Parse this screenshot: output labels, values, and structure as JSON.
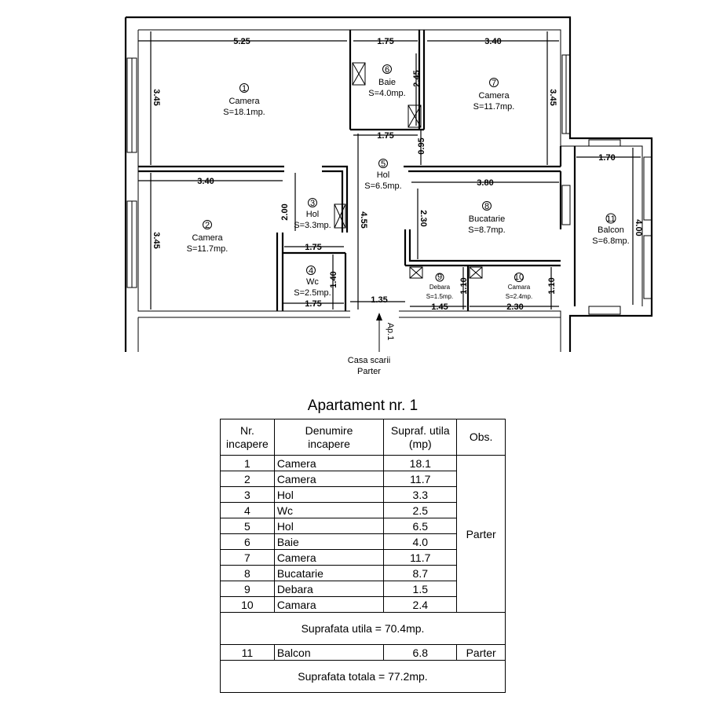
{
  "plan": {
    "rooms": [
      {
        "no": "1",
        "name": "Camera",
        "area": "S=18.1mp."
      },
      {
        "no": "2",
        "name": "Camera",
        "area": "S=11.7mp."
      },
      {
        "no": "3",
        "name": "Hol",
        "area": "S=3.3mp."
      },
      {
        "no": "4",
        "name": "Wc",
        "area": "S=2.5mp."
      },
      {
        "no": "5",
        "name": "Hol",
        "area": "S=6.5mp."
      },
      {
        "no": "6",
        "name": "Baie",
        "area": "S=4.0mp."
      },
      {
        "no": "7",
        "name": "Camera",
        "area": "S=11.7mp."
      },
      {
        "no": "8",
        "name": "Bucatarie",
        "area": "S=8.7mp."
      },
      {
        "no": "9",
        "name": "Debara",
        "area": "S=1.5mp."
      },
      {
        "no": "10",
        "name": "Camara",
        "area": "S=2.4mp."
      },
      {
        "no": "11",
        "name": "Balcon",
        "area": "S=6.8mp."
      }
    ],
    "dimensions": {
      "d_525": "5.25",
      "d_175_top": "1.75",
      "d_340_top": "3.40",
      "d_345_r1": "3.45",
      "d_245": "2.45",
      "d_345_r7": "3.45",
      "d_175_mid": "1.75",
      "d_095": "0.95",
      "d_170": "1.70",
      "d_340_r2": "3.40",
      "d_380": "3.80",
      "d_200": "2.00",
      "d_345_r2": "3.45",
      "d_455": "4.55",
      "d_230_v": "2.30",
      "d_400": "4.00",
      "d_175_wc": "1.75",
      "d_140": "1.40",
      "d_110_a": "1.10",
      "d_110_b": "1.10",
      "d_175_bot": "1.75",
      "d_135": "1.35",
      "d_145": "1.45",
      "d_230_bot": "2.30"
    },
    "entrance": "Ap.1",
    "stair_line1": "Casa scarii",
    "stair_line2": "Parter"
  },
  "table": {
    "title": "Apartament nr. 1",
    "headers": {
      "nr_l1": "Nr.",
      "nr_l2": "incapere",
      "name_l1": "Denumire",
      "name_l2": "incapere",
      "area_l1": "Supraf. utila",
      "area_l2": "(mp)",
      "obs": "Obs."
    },
    "rows": [
      {
        "nr": "1",
        "name": "Camera",
        "area": "18.1"
      },
      {
        "nr": "2",
        "name": "Camera",
        "area": "11.7"
      },
      {
        "nr": "3",
        "name": "Hol",
        "area": "3.3"
      },
      {
        "nr": "4",
        "name": "Wc",
        "area": "2.5"
      },
      {
        "nr": "5",
        "name": "Hol",
        "area": "6.5"
      },
      {
        "nr": "6",
        "name": "Baie",
        "area": "4.0"
      },
      {
        "nr": "7",
        "name": "Camera",
        "area": "11.7"
      },
      {
        "nr": "8",
        "name": "Bucatarie",
        "area": "8.7"
      },
      {
        "nr": "9",
        "name": "Debara",
        "area": "1.5"
      },
      {
        "nr": "10",
        "name": "Camara",
        "area": "2.4"
      }
    ],
    "obs_group": "Parter",
    "useful_total": "Suprafata utila = 70.4mp.",
    "balcony": {
      "nr": "11",
      "name": "Balcon",
      "area": "6.8",
      "obs": "Parter"
    },
    "grand_total": "Suprafata totala = 77.2mp."
  }
}
